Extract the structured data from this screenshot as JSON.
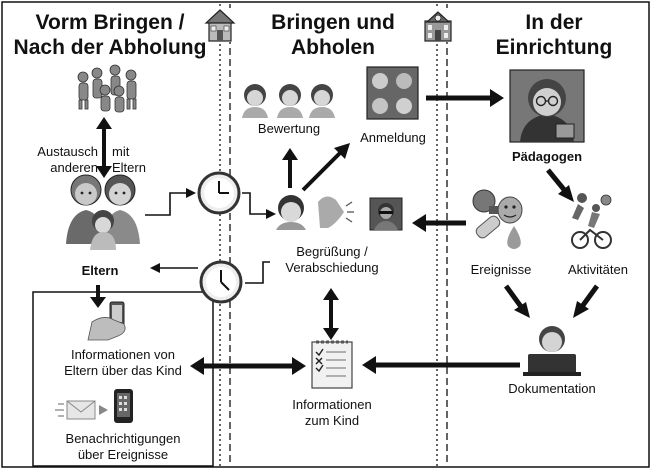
{
  "columns": {
    "left": {
      "title_line1": "Vorm Bringen /",
      "title_line2": "Nach der Abholung"
    },
    "middle": {
      "title_line1": "Bringen und",
      "title_line2": "Abholen"
    },
    "right": {
      "title_line1": "In der",
      "title_line2": "Einrichtung"
    }
  },
  "left": {
    "austausch_a": "Austausch",
    "austausch_b": "mit",
    "austausch_c": "anderen",
    "austausch_d": "Eltern",
    "eltern": "Eltern",
    "info_eltern_1": "Informationen von",
    "info_eltern_2": "Eltern über das Kind",
    "benach_1": "Benachrichtigungen",
    "benach_2": "über Ereignisse"
  },
  "middle": {
    "bewertung": "Bewertung",
    "anmeldung": "Anmeldung",
    "begruessung_1": "Begrüßung /",
    "begruessung_2": "Verabschiedung",
    "info_kind_1": "Informationen",
    "info_kind_2": "zum Kind"
  },
  "right": {
    "paedagogen": "Pädagogen",
    "ereignisse": "Ereignisse",
    "aktivitaeten": "Aktivitäten",
    "dokumentation": "Dokumentation"
  },
  "icons": [
    "house-icon",
    "school-icon",
    "parents-group-icon",
    "family-icon",
    "phone-hand-icon",
    "mail-to-phone-icon",
    "clock-icon",
    "girls-rating-icon",
    "kids-grid-icon",
    "girl-talking-icon",
    "teacher-icon",
    "watching-person-icon",
    "event-icons",
    "activities-icon",
    "laptop-person-icon",
    "notepad-icon"
  ]
}
